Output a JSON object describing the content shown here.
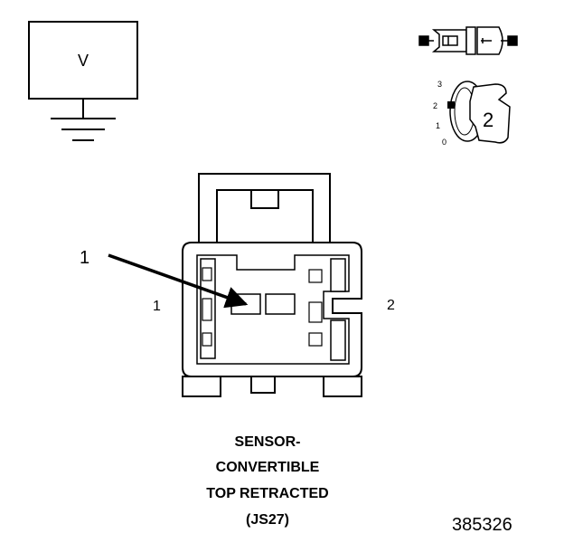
{
  "meter": {
    "symbol": "V"
  },
  "pin_view": {
    "pins": [
      "3",
      "2",
      "1",
      "0"
    ],
    "number": "2"
  },
  "connector": {
    "callout": "1",
    "side_left": "1",
    "side_right": "2"
  },
  "caption": {
    "line1": "SENSOR-",
    "line2": "CONVERTIBLE",
    "line3": "TOP RETRACTED",
    "line4": "(JS27)"
  },
  "figure_number": "385326"
}
